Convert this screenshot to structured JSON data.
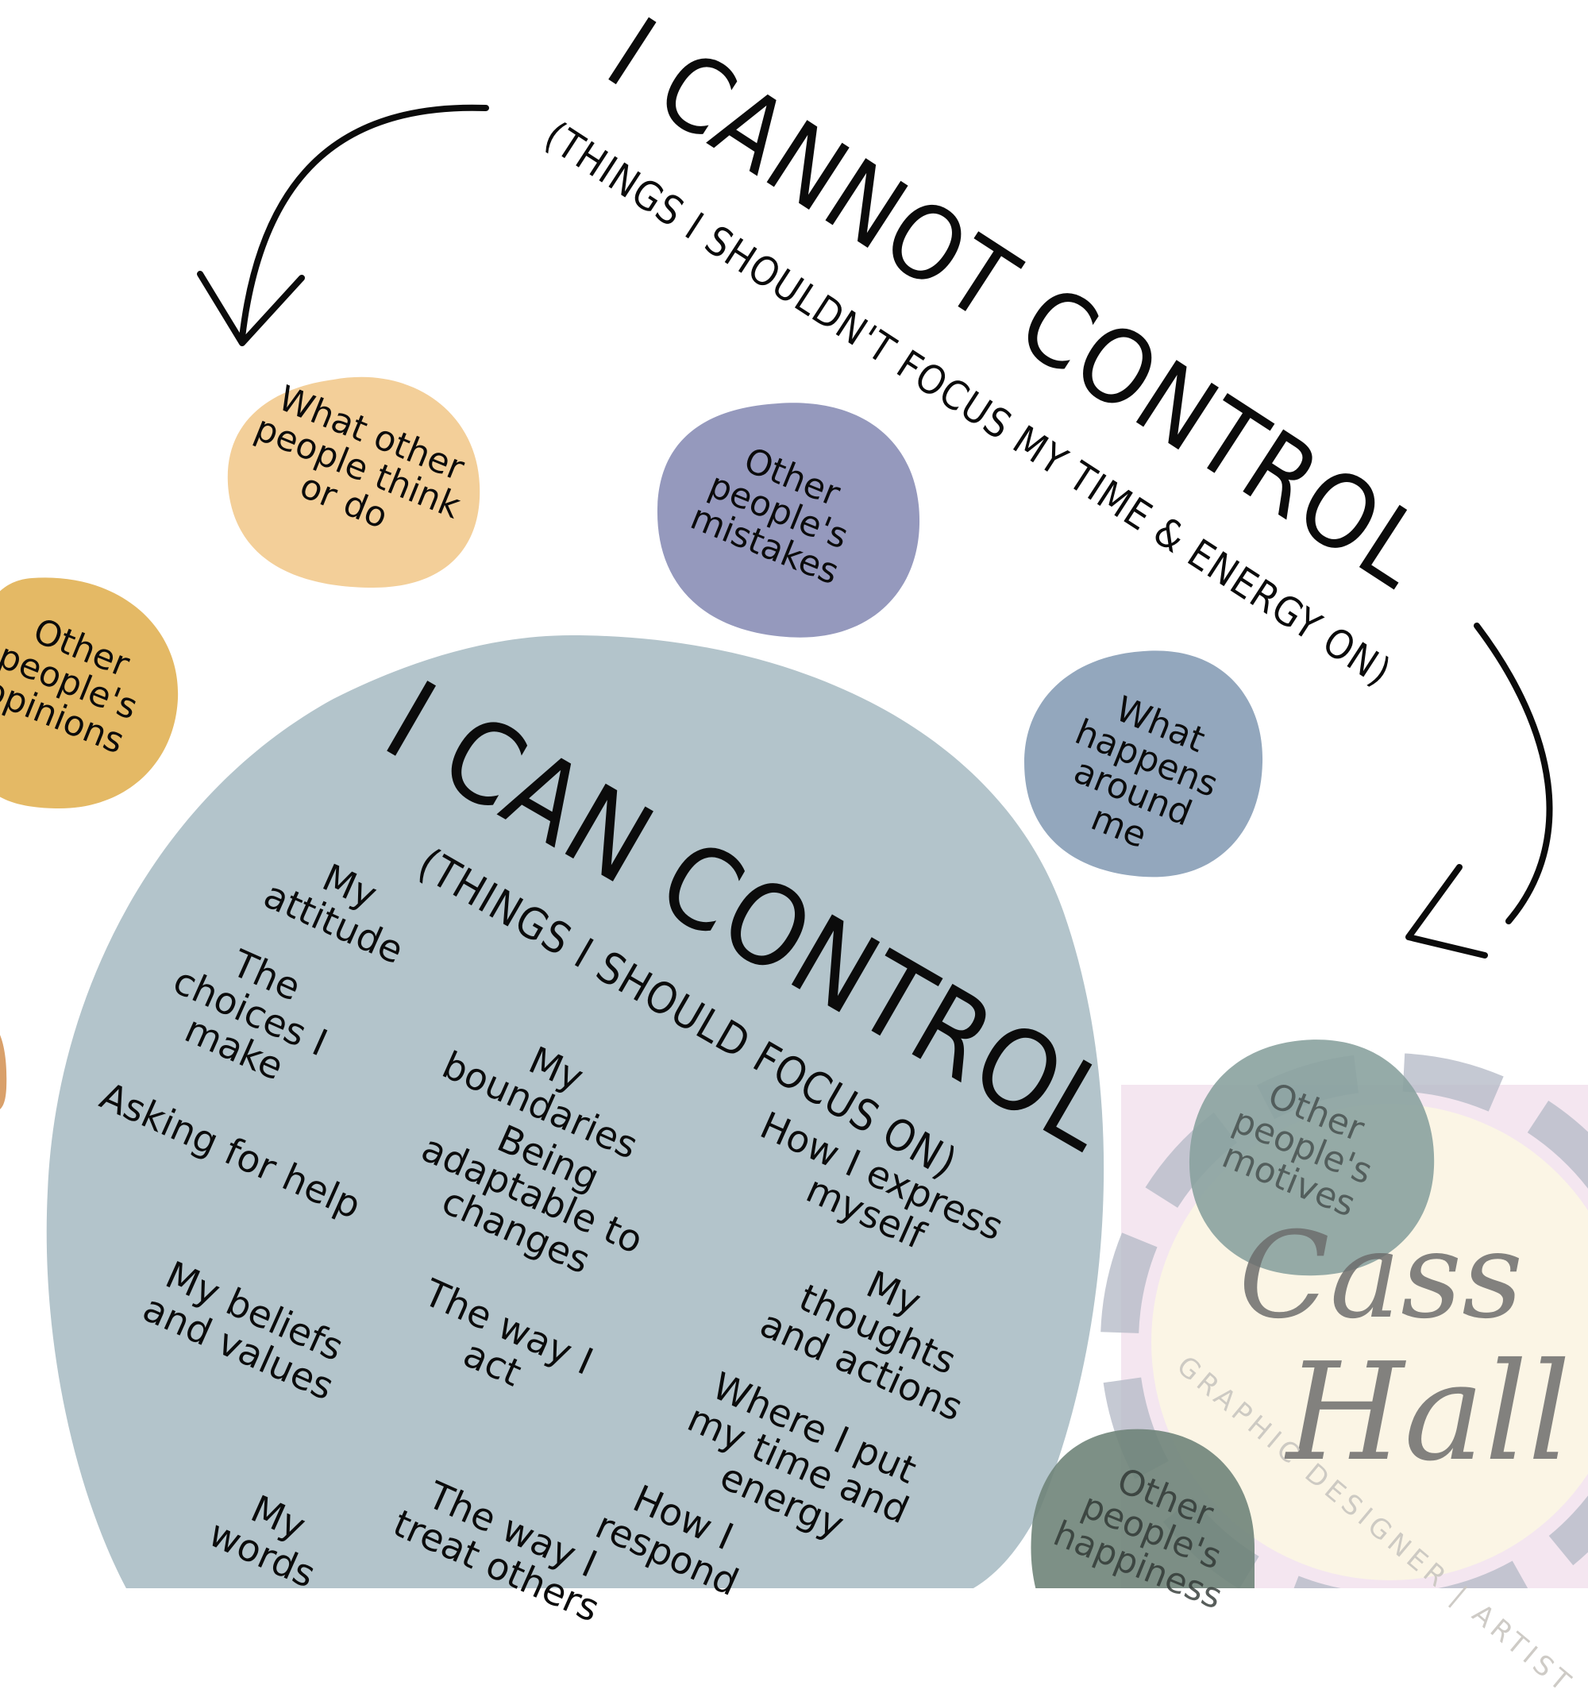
{
  "cannot": {
    "title": "I CANNOT CONTROL",
    "subtitle": "(THINGS I SHOULDN'T FOCUS MY TIME & ENERGY ON)",
    "bubbles": [
      {
        "text": "What other people think or do",
        "color": "#f3cf99"
      },
      {
        "text": "Other people's mistakes",
        "color": "#9599bd"
      },
      {
        "text": "Other people's opinions",
        "color": "#e4b965"
      },
      {
        "text": "What happens around me",
        "color": "#93a7bd"
      },
      {
        "text": "Other people's motives",
        "color": "#8aa29e"
      },
      {
        "text": "Other people's happiness",
        "color": "#6f8479"
      }
    ]
  },
  "can": {
    "title": "I CAN CONTROL",
    "subtitle": "(THINGS I SHOULD FOCUS ON)",
    "color": "#b3c4cb",
    "items": [
      "My attitude",
      "The choices I make",
      "My boundaries",
      "How I express myself",
      "Asking for help",
      "Being adaptable to changes",
      "My thoughts and actions",
      "My beliefs and values",
      "The way I act",
      "Where I put my time and energy",
      "My words",
      "The way I treat others",
      "How I respond"
    ]
  },
  "watermark": {
    "name_line1": "Cass",
    "name_line2": "Hall",
    "tagline": "GRAPHIC DESIGNER | ARTIST",
    "colors": {
      "pink": "#f3e3ee",
      "cream": "#fbf6e4"
    }
  },
  "colors": {
    "ink": "#0b0b0b",
    "edge_orange": "#d9a06a"
  }
}
